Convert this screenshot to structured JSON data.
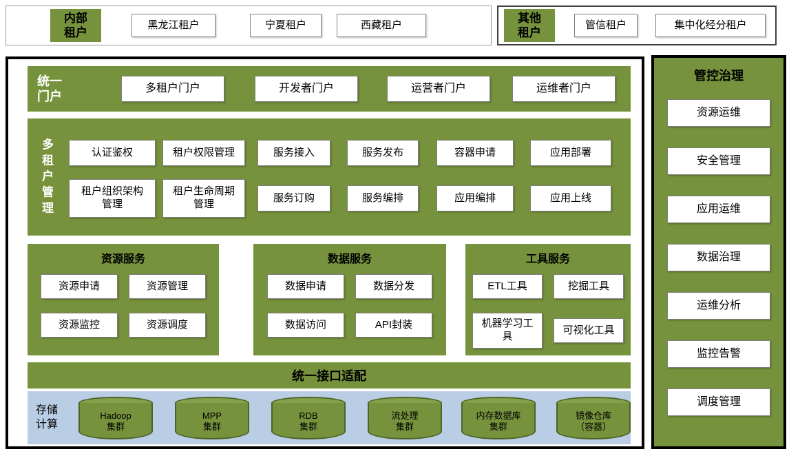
{
  "top": {
    "internal": {
      "label": "内部租户",
      "tenants": [
        "黑龙江租户",
        "宁夏租户",
        "西藏租户"
      ]
    },
    "other": {
      "label": "其他租户",
      "tenants": [
        "管信租户",
        "集中化经分租户"
      ]
    }
  },
  "main": {
    "portal": {
      "label": "统一门户",
      "items": [
        "多租户门户",
        "开发者门户",
        "运营者门户",
        "运维者门户"
      ]
    },
    "tenant_mgmt": {
      "label": "多租户管理",
      "row1": [
        "认证鉴权",
        "租户权限管理",
        "服务接入",
        "服务发布",
        "容器申请",
        "应用部署"
      ],
      "row2": [
        "租户组织架构管理",
        "租户生命周期管理",
        "服务订购",
        "服务编排",
        "应用编排",
        "应用上线"
      ]
    },
    "service_groups": [
      {
        "title": "资源服务",
        "items": [
          "资源申请",
          "资源管理",
          "资源监控",
          "资源调度"
        ]
      },
      {
        "title": "数据服务",
        "items": [
          "数据申请",
          "数据分发",
          "数据访问",
          "API封装"
        ]
      },
      {
        "title": "工具服务",
        "items": [
          "ETL工具",
          "挖掘工具",
          "机器学习工具",
          "可视化工具"
        ]
      }
    ],
    "adapter_label": "统一接口适配",
    "storage": {
      "label": "存储计算",
      "clusters": [
        {
          "line1": "Hadoop",
          "line2": "集群"
        },
        {
          "line1": "MPP",
          "line2": "集群"
        },
        {
          "line1": "RDB",
          "line2": "集群"
        },
        {
          "line1": "流处理",
          "line2": "集群"
        },
        {
          "line1": "内存数据库",
          "line2": "集群"
        },
        {
          "line1": "镜像仓库",
          "line2": "（容器）"
        }
      ]
    }
  },
  "sidebar": {
    "title": "管控治理",
    "items": [
      "资源运维",
      "安全管理",
      "应用运维",
      "数据治理",
      "运维分析",
      "监控告警",
      "调度管理"
    ]
  },
  "colors": {
    "green": "#76923C",
    "light_blue": "#B9CDE4",
    "box_border": "#7F7F7F",
    "cylinder_border": "#4F6228",
    "frame_black": "#000000"
  }
}
